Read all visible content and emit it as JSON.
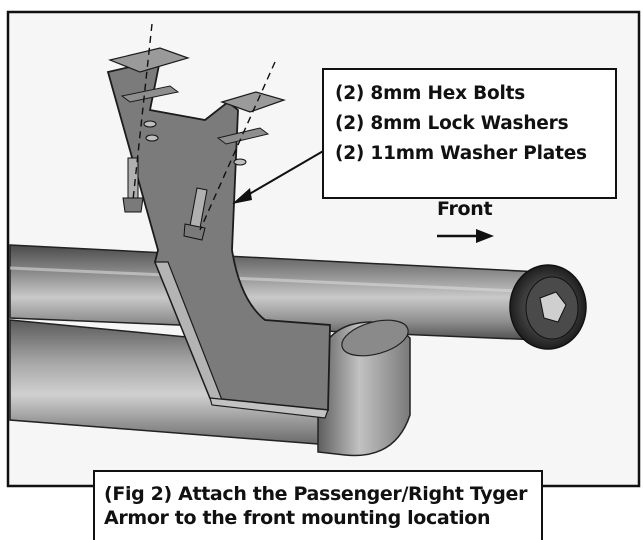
{
  "parts": {
    "lines": [
      "(2) 8mm Hex Bolts",
      "(2) 8mm Lock Washers",
      "(2) 11mm Washer Plates"
    ]
  },
  "direction": {
    "label": "Front"
  },
  "caption": {
    "line1": "(Fig 2) Attach the Passenger/Right Tyger",
    "line2": "Armor to the front mounting location"
  },
  "colors": {
    "tube_dark": "#3f3f3f",
    "tube_light": "#bdbdbd",
    "bracket": "#7a7a7a",
    "outline": "#111111"
  }
}
